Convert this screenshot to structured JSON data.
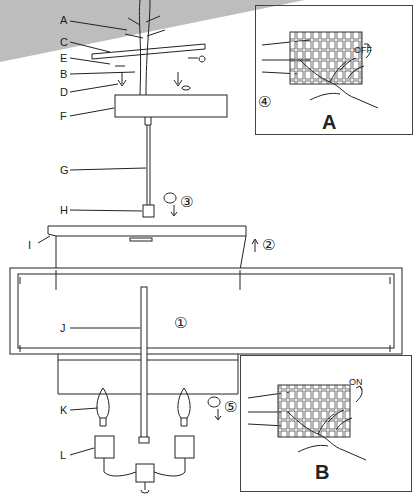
{
  "diagram": {
    "nodes": [
      {
        "text": [
          "OFF",
          "A"
        ]
      },
      {
        "text": [
          "ON",
          "B"
        ]
      }
    ],
    "labels": [
      "A",
      "C",
      "E",
      "B",
      "D",
      "F",
      "G",
      "H",
      "I",
      "J",
      "K",
      "L",
      "④",
      "③",
      "②",
      "①",
      "⑤"
    ]
  }
}
